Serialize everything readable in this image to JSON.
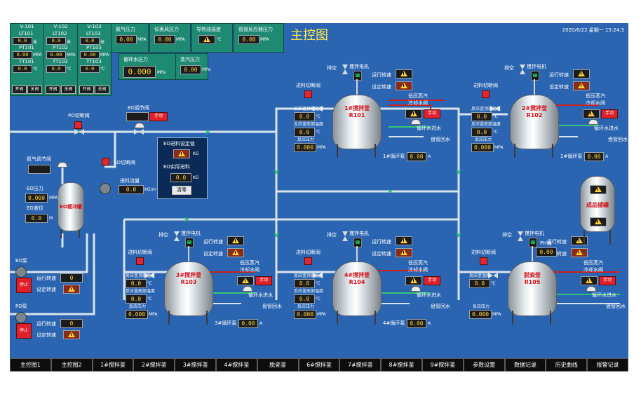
{
  "header": {
    "title": "主控图",
    "datetime": "2020/6/22 星期一 15:24:3"
  },
  "colors": {
    "background": "#2b65b1",
    "pipe": "#d8e4ec",
    "panel_green": "#1f8a72",
    "value_text": "#ffd23a",
    "alarm_red": "#e0212b",
    "tank_label": "#d3101a"
  },
  "v_panels": [
    {
      "name": "V-101",
      "rows": [
        {
          "label": "LT101",
          "value": "0.0",
          "unit": "米"
        },
        {
          "label": "PT101",
          "value": "0.00",
          "unit": "MPA"
        },
        {
          "label": "TT101",
          "value": "0.0",
          "unit": "℃"
        }
      ],
      "open": "开阀",
      "close": "关阀"
    },
    {
      "name": "V-102",
      "rows": [
        {
          "label": "LT102",
          "value": "0.0",
          "unit": "米"
        },
        {
          "label": "PT102",
          "value": "0.00",
          "unit": "MPA"
        },
        {
          "label": "TT102",
          "value": "0.0",
          "unit": "℃"
        }
      ],
      "open": "开阀",
      "close": "关阀"
    },
    {
      "name": "V-103",
      "rows": [
        {
          "label": "LT103",
          "value": "0.0",
          "unit": "米"
        },
        {
          "label": "PT103",
          "value": "0.00",
          "unit": "MPA"
        },
        {
          "label": "TT103",
          "value": "0.0",
          "unit": "℃"
        }
      ],
      "open": "开阀",
      "close": "关阀"
    }
  ],
  "utility": [
    {
      "label": "氮气压力",
      "value": "0.00",
      "unit": "MPA"
    },
    {
      "label": "仪表风压力",
      "value": "0.00",
      "unit": "MPA"
    },
    {
      "label": "导热油温度",
      "value": "",
      "unit": "℃"
    },
    {
      "label": "管道反应器压力",
      "value": "0.00",
      "unit": "MPA"
    },
    {
      "label": "循环水压力",
      "value": "0.000",
      "unit": "MPa"
    },
    {
      "label": "蒸汽压力",
      "value": "0.00",
      "unit": "MPa"
    }
  ],
  "feed": {
    "po_valve": "PO切断阀",
    "eo_reg": "EO调节阀",
    "manual": "手动",
    "eo_cut": "EO切断阀",
    "n2_reg": "氮气调节阀",
    "eo_pressure_label": "EO压力",
    "eo_pressure_value": "0.000",
    "eo_pressure_unit": "MPA",
    "eo_level_label": "EO液位",
    "eo_level_value": "0.0",
    "eo_level_unit": "M",
    "buffer_tank": "EO缓冲罐",
    "flow_label": "进料流量",
    "flow_value": "0.0",
    "flow_unit": "KG/m"
  },
  "eo_dialog": {
    "setpoint_label": "EO进料设定值",
    "setpoint_unit": "KG",
    "actual_label": "EO实际进料",
    "actual_value": "0.0",
    "actual_unit": "KG",
    "clear": "清零"
  },
  "pumps": [
    {
      "name": "EO泵",
      "stop": "停止",
      "run_label": "运行转速",
      "set_label": "设定转速",
      "value": "0"
    },
    {
      "name": "PO泵",
      "stop": "停止",
      "run_label": "运行转速",
      "set_label": "设定转速",
      "value": "0"
    }
  ],
  "reactors": [
    {
      "id": "r101",
      "name": "1#搅拌釜",
      "code": "R101",
      "pump": "1#循环泵",
      "pump_value": "0.00",
      "t1_value": "0.0",
      "t2_value": "0.0",
      "p_value": "0.000"
    },
    {
      "id": "r102",
      "name": "2#搅拌釜",
      "code": "R102",
      "pump": "2#循环泵",
      "pump_value": "0.00",
      "t1_value": "0.0",
      "t2_value": "0.0",
      "p_value": "0.000"
    },
    {
      "id": "r103",
      "name": "3#搅拌釜",
      "code": "R103",
      "pump": "3#循环泵",
      "pump_value": "0.00",
      "t1_value": "0.0",
      "t2_value": "0.0",
      "p_value": "0.000"
    },
    {
      "id": "r104",
      "name": "4#搅拌釜",
      "code": "R104",
      "pump": "4#循环泵",
      "pump_value": "0.00",
      "t1_value": "0.0",
      "t2_value": "0.0",
      "p_value": "0.000"
    },
    {
      "id": "r105",
      "name": "脱瓷釜",
      "code": "R105",
      "ph_label": "PH值",
      "ph_value": "0.00",
      "t1_value": "0.0",
      "p_value": "0.000"
    }
  ],
  "reactor_labels": {
    "vent": "排空",
    "motor": "搅拌电机",
    "run_speed": "运行转速",
    "set_speed": "设定转速",
    "feed_cut": "进料切断阀",
    "reaction_temp1": "反应釜顶部温度",
    "reaction_temp2": "反应釜底部温度",
    "reaction_temp": "反应釜温度",
    "reaction_pressure": "反应压力",
    "cooling_valve": "冷却水阀",
    "manual": "手动",
    "low_steam": "低压蒸汽",
    "cw_in": "循环水进水",
    "coil_return": "盘管回水",
    "celsius": "℃",
    "mpa": "MPA",
    "a": "A",
    "product_tank": "成品储罐"
  },
  "nav": [
    "主控图1",
    "主控图2",
    "1#搅拌釜",
    "2#搅拌釜",
    "3#搅拌釜",
    "4#搅拌釜",
    "脱瓷釜",
    "6#搅拌釜",
    "7#搅拌釜",
    "8#搅拌釜",
    "9#搅拌釜",
    "参数设置",
    "数据记录",
    "历史曲线",
    "报警记录"
  ]
}
